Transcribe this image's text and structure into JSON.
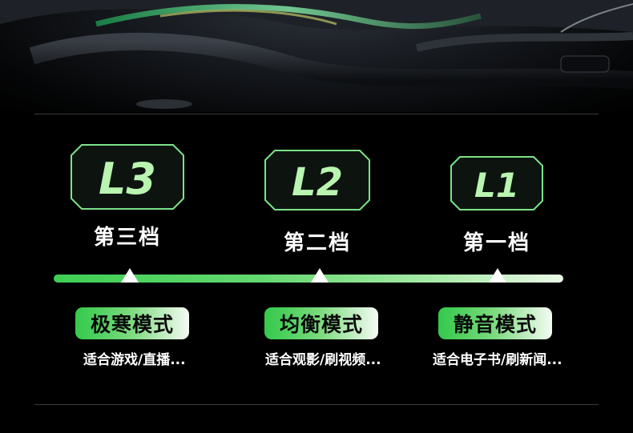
{
  "modes": [
    {
      "level": "L3",
      "name": "第三档",
      "tag": "极寒模式",
      "desc": "适合游戏/直播..."
    },
    {
      "level": "L2",
      "name": "第二档",
      "tag": "均衡模式",
      "desc": "适合观影/刷视频..."
    },
    {
      "level": "L1",
      "name": "第一档",
      "tag": "静音模式",
      "desc": "适合电子书/刷新闻..."
    }
  ],
  "colors": {
    "accent_green": "#3fcf54",
    "badge_border": "#7be38a",
    "badge_digit": "#b9f5b0"
  },
  "icons": {
    "hero": "phone-cooling-fan-closeup",
    "marker": "triangle-up-icon"
  }
}
